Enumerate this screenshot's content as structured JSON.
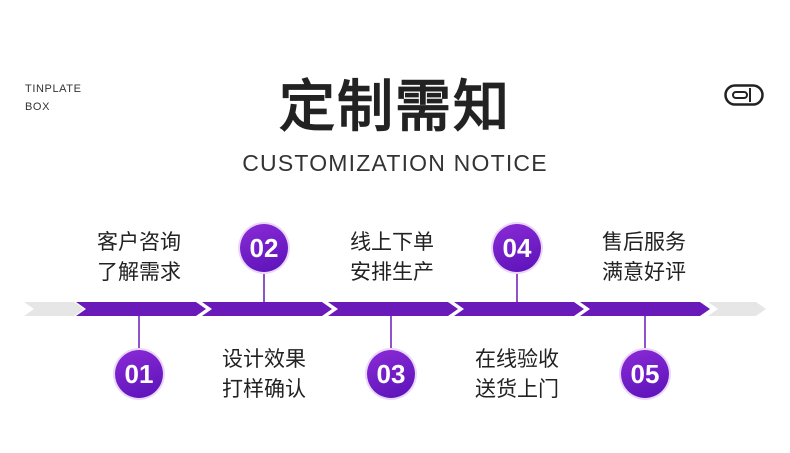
{
  "brand": {
    "line1": "TINPLATE",
    "line2": "BOX"
  },
  "icons": {
    "header": "pill-icon"
  },
  "title": "定制需知",
  "subtitle": "CUSTOMIZATION NOTICE",
  "colors": {
    "accent": "#6a1ab8",
    "accent_light": "#8b2bd6",
    "track_gray": "#e6e6e6",
    "text": "#222222"
  },
  "steps": [
    {
      "number": "01",
      "line1": "客户咨询",
      "line2": "了解需求"
    },
    {
      "number": "02",
      "line1": "设计效果",
      "line2": "打样确认"
    },
    {
      "number": "03",
      "line1": "线上下单",
      "line2": "安排生产"
    },
    {
      "number": "04",
      "line1": "在线验收",
      "line2": "送货上门"
    },
    {
      "number": "05",
      "line1": "售后服务",
      "line2": "满意好评"
    }
  ]
}
